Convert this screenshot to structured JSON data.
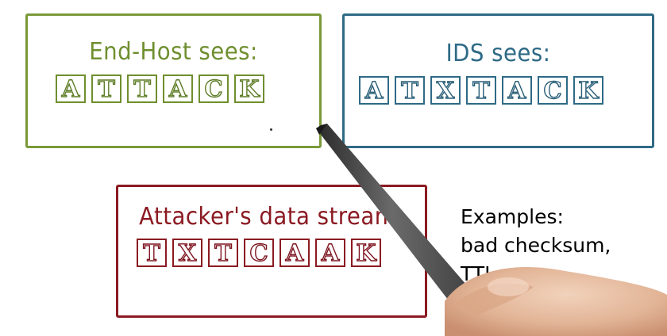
{
  "panels": {
    "endhost": {
      "title": "End-Host sees:",
      "letters": [
        "A",
        "T",
        "T",
        "A",
        "C",
        "K"
      ]
    },
    "ids": {
      "title": "IDS sees:",
      "letters": [
        "A",
        "T",
        "X",
        "T",
        "A",
        "C",
        "K"
      ]
    },
    "attacker": {
      "title": "Attacker's data stream:",
      "letters": [
        "T",
        "X",
        "T",
        "C",
        "A",
        "A",
        "K"
      ]
    }
  },
  "examples": {
    "heading": "Examples:",
    "line1": "bad checksum,",
    "line2": "TTL"
  },
  "colors": {
    "endhost": "#6f8f2f",
    "ids": "#2e6a86",
    "attacker": "#8b1a22"
  },
  "icons": [
    "pen-icon",
    "hand-icon"
  ]
}
